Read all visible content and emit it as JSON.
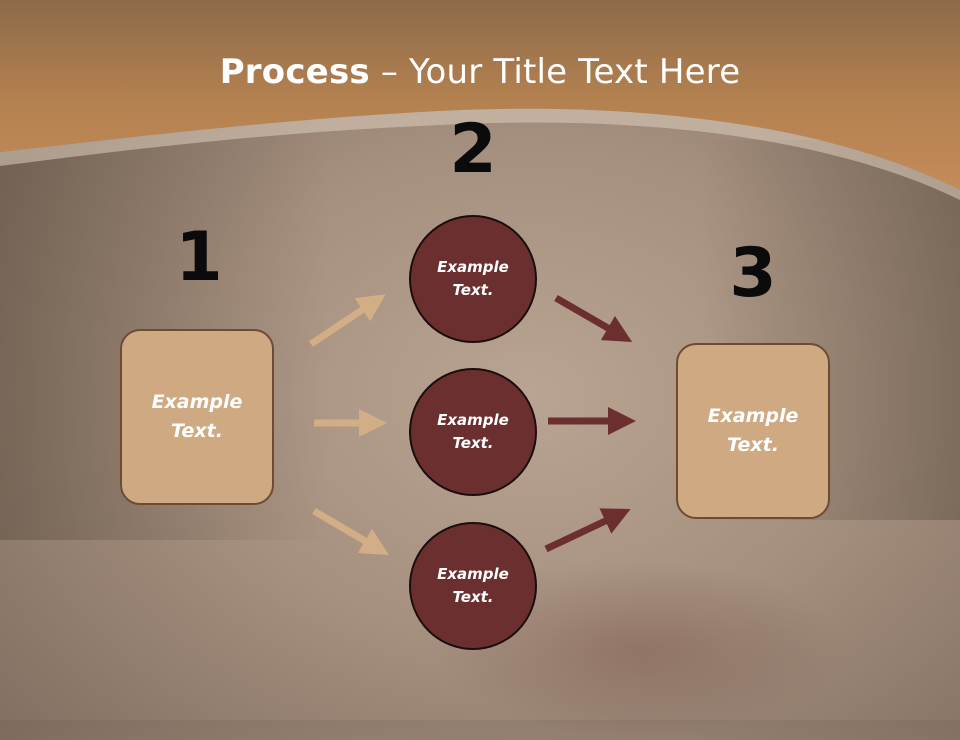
{
  "title": {
    "bold": "Process",
    "rest": " – Your Title Text Here"
  },
  "steps": [
    {
      "number": "1",
      "text": "Example Text."
    },
    {
      "number": "2",
      "text": "Example Text."
    },
    {
      "number": "3",
      "text": "Example Text."
    }
  ],
  "circles": [
    {
      "text": "Example Text."
    },
    {
      "text": "Example Text."
    },
    {
      "text": "Example Text."
    }
  ],
  "colors": {
    "header": "#b57e4e",
    "box_fill": "#cfa982",
    "circle_fill": "#6b2f2f",
    "arrow_light": "#d2ae87",
    "arrow_dark": "#6b2f2f"
  }
}
